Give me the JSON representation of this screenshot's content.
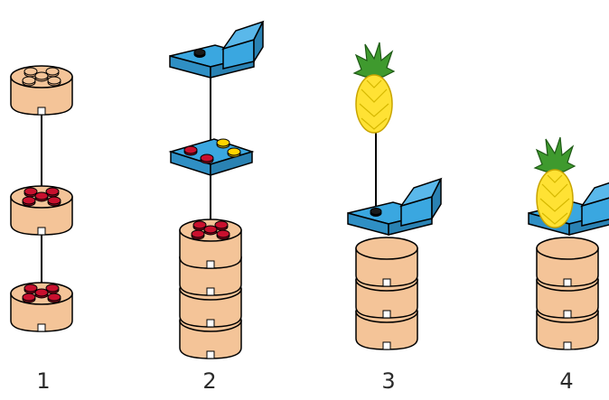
{
  "steps": [
    {
      "number": "1"
    },
    {
      "number": "2"
    },
    {
      "number": "3"
    },
    {
      "number": "4"
    }
  ],
  "colors": {
    "tan": "#f4c498",
    "tan_dark": "#d9a47a",
    "red_stud": "#c8102e",
    "yellow_stud": "#ffd500",
    "black_stud": "#1a1a1a",
    "blue_plate": "#3aa7e0",
    "pineapple_yellow": "#ffe234",
    "pineapple_green": "#3f9a2e",
    "outline": "#000000"
  },
  "icons": [
    "round-brick-icon",
    "plate-icon",
    "chair-plate-icon",
    "pineapple-icon"
  ]
}
